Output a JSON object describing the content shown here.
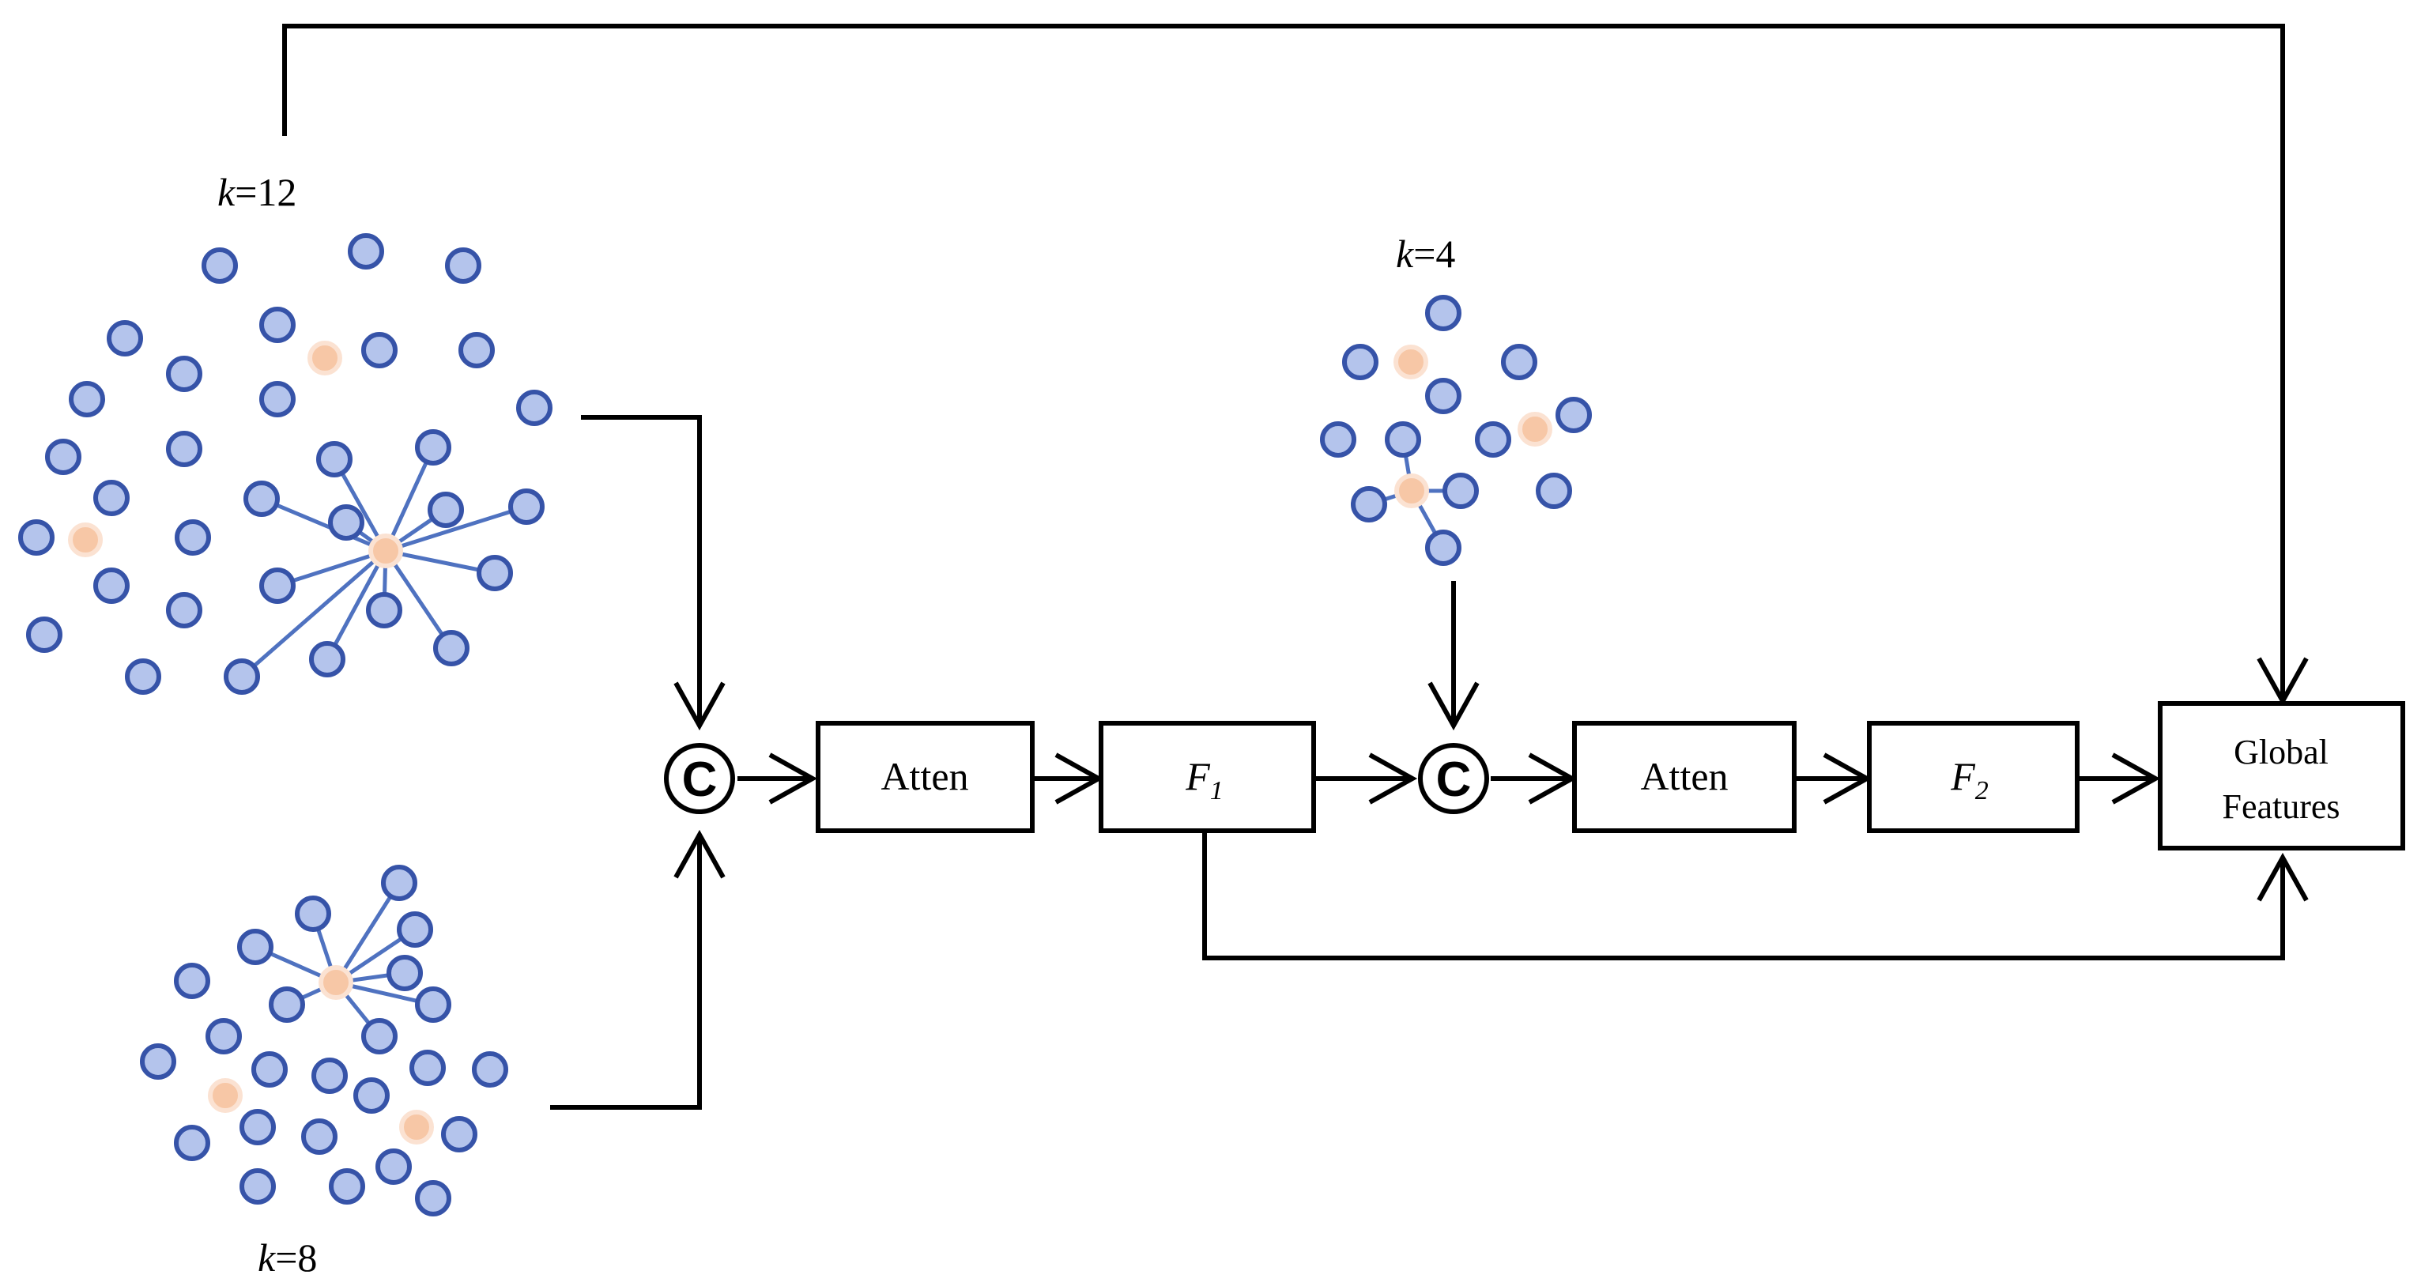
{
  "clusters": {
    "k12": {
      "label_var": "k",
      "label_rest": "=12"
    },
    "k8": {
      "label_var": "k",
      "label_rest": "=8"
    },
    "k4": {
      "label_var": "k",
      "label_rest": "=4"
    }
  },
  "blocks": {
    "concat_symbol": "C",
    "atten1": "Atten",
    "f1_var": "F",
    "f1_sub": "1",
    "atten2": "Atten",
    "f2_var": "F",
    "f2_sub": "2",
    "global_line1": "Global",
    "global_line2": "Features"
  },
  "colors": {
    "point_fill": "#b4c4ec",
    "point_stroke": "#3653a8",
    "center_fill": "#f7c7a6",
    "edge": "#4f72c0"
  }
}
